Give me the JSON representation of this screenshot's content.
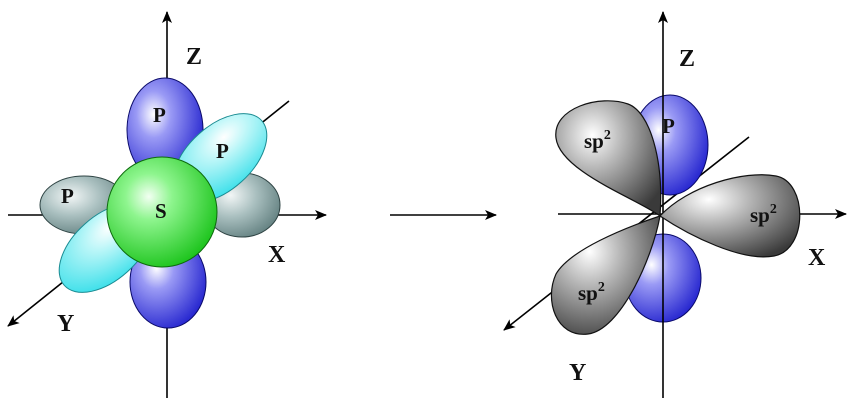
{
  "left_diagram": {
    "axes": {
      "z": "Z",
      "x": "X",
      "y": "Y"
    },
    "orbitals": {
      "p_z": "P",
      "p_y": "P",
      "p_x": "P",
      "s": "S"
    },
    "colors": {
      "p_z": "#2a2ae6",
      "p_y": "#4fe7ee",
      "p_x": "#7a9898",
      "s": "#31e531"
    }
  },
  "right_diagram": {
    "axes": {
      "z": "Z",
      "x": "X",
      "y": "Y"
    },
    "orbitals": {
      "p_z": "P",
      "sp2_upper": {
        "base": "sp",
        "sup": "2"
      },
      "sp2_right": {
        "base": "sp",
        "sup": "2"
      },
      "sp2_lower": {
        "base": "sp",
        "sup": "2"
      }
    },
    "colors": {
      "p_z": "#2a2ae6",
      "sp2": "#8a8a8a"
    }
  }
}
